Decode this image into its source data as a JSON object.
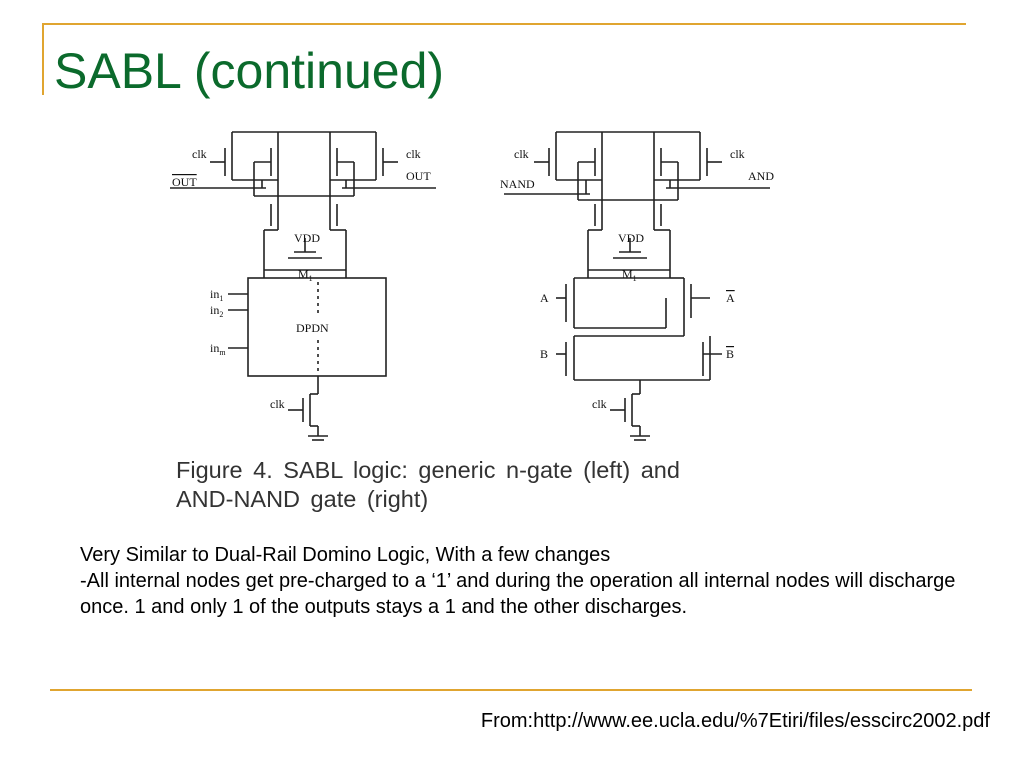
{
  "slide": {
    "title": "SABL (continued)",
    "figure": {
      "caption_line1": "Figure 4.  SABL  logic:  generic  n-gate  (left)  and",
      "caption_line2": "AND-NAND gate (right)",
      "left_circuit": {
        "clk_left": "clk",
        "clk_right": "clk",
        "out_bar": "OUT",
        "out": "OUT",
        "vdd": "VDD",
        "m1": "M",
        "m1_sub": "1",
        "in1": "in",
        "in1_sub": "1",
        "in2": "in",
        "in2_sub": "2",
        "inm": "in",
        "inm_sub": "m",
        "dpdn": "DPDN",
        "clk_bottom": "clk"
      },
      "right_circuit": {
        "clk_left": "clk",
        "clk_right": "clk",
        "nand": "NAND",
        "and": "AND",
        "vdd": "VDD",
        "m1": "M",
        "m1_sub": "1",
        "a": "A",
        "a_bar": "A",
        "b": "B",
        "b_bar": "B",
        "clk_bottom": "clk"
      }
    },
    "body": {
      "line1": "Very Similar to Dual-Rail Domino Logic, With a few changes",
      "line2": "-All internal nodes get pre-charged to a ‘1’ and during the operation all internal nodes will discharge once.  1 and only 1 of the outputs stays a 1 and the other discharges."
    },
    "source": "From:http://www.ee.ucla.edu/%7Etiri/files/esscirc2002.pdf",
    "colors": {
      "title": "#0b6a2c",
      "rule": "#e0a530"
    }
  }
}
